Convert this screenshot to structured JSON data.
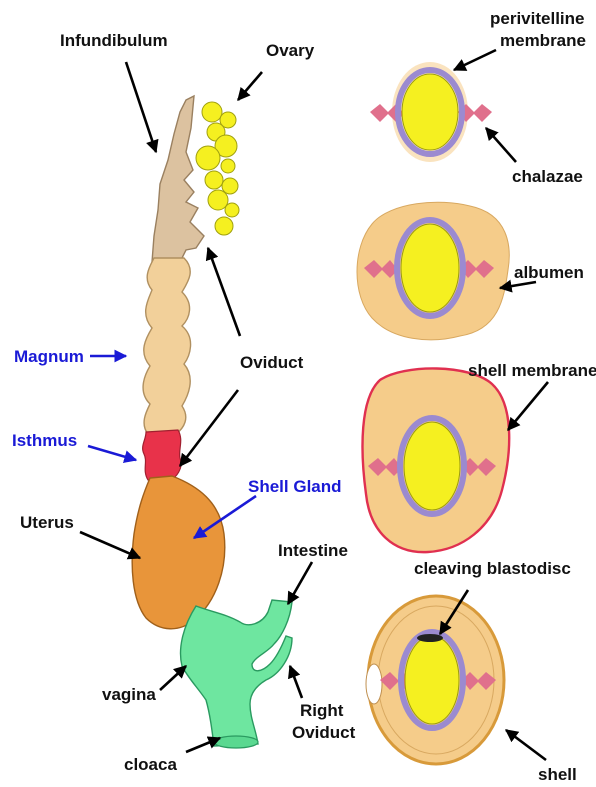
{
  "colors": {
    "infundibulum": "#dcc2a0",
    "magnum": "#f2d09a",
    "isthmus": "#e8324a",
    "uterus": "#e8953a",
    "cloaca": "#6ee6a0",
    "ovary": "#f5f020",
    "yolk": "#f5f020",
    "perivitelline": "#9b8ad0",
    "chalazae": "#e0708c",
    "albumen": "#f5cc8a",
    "shell_membrane": "#e03050",
    "shell": "#d89a3a",
    "blue_label": "#1a1ad6"
  },
  "labels": {
    "infundibulum": "Infundibulum",
    "ovary": "Ovary",
    "magnum": "Magnum",
    "oviduct": "Oviduct",
    "isthmus": "Isthmus",
    "shell_gland": "Shell Gland",
    "uterus": "Uterus",
    "intestine": "Intestine",
    "vagina": "vagina",
    "right_oviduct_line1": "Right",
    "right_oviduct_line2": "Oviduct",
    "cloaca": "cloaca",
    "perivitelline_line1": "perivitelline",
    "perivitelline_line2": "membrane",
    "chalazae": "chalazae",
    "albumen": "albumen",
    "shell_membrane": "shell membrane",
    "cleaving_blastodisc": "cleaving blastodisc",
    "shell": "shell"
  }
}
